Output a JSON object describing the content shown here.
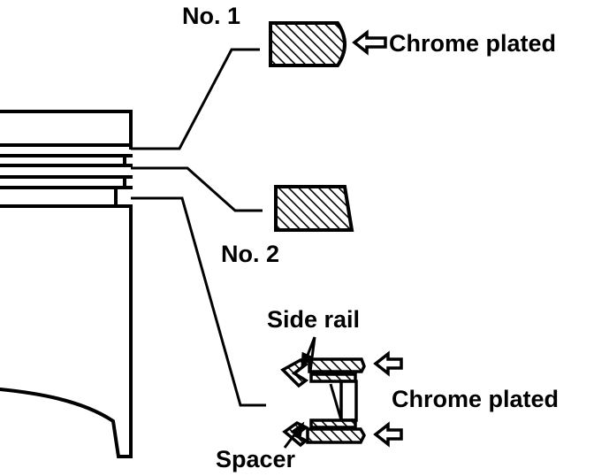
{
  "labels": {
    "ring1_name": "No. 1",
    "ring1_coating": "Chrome plated",
    "ring2_name": "No. 2",
    "oil_ring_side_rail": "Side rail",
    "oil_ring_coating": "Chrome plated",
    "oil_ring_spacer": "Spacer"
  },
  "colors": {
    "ink": "#000000",
    "paper": "#ffffff"
  },
  "icons": {
    "indicator_arrow": "hollow-left-arrow-icon"
  }
}
